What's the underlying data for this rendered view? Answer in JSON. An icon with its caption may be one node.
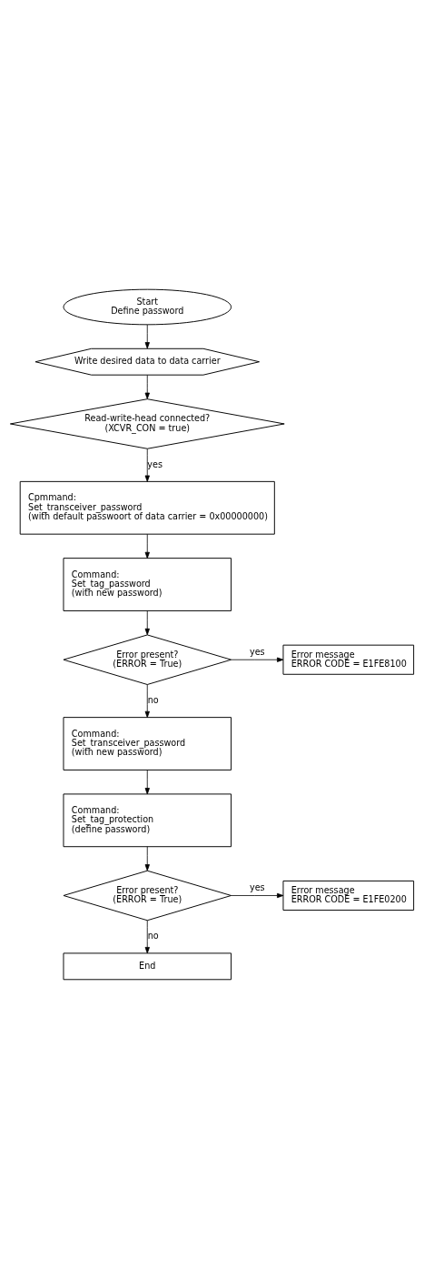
{
  "diagram": {
    "nodes": [
      {
        "text": [
          "Start",
          "Define password"
        ]
      },
      {
        "text": [
          "Write desired data to data carrier"
        ]
      },
      {
        "text": [
          "Read-write-head connected?",
          "(XCVR_CON = true)"
        ]
      },
      {
        "text": [
          "Cpmmand:",
          "Set_transceiver_password",
          "(with default passwoort of data carrier = 0x00000000)"
        ]
      },
      {
        "text": [
          "Command:",
          "Set_tag_password",
          "(with new password)"
        ]
      },
      {
        "text": [
          "Error present?",
          "(ERROR = True)"
        ]
      },
      {
        "text": [
          "Error message",
          "ERROR CODE = E1FE8100"
        ]
      },
      {
        "text": [
          "Command:",
          "Set_transceiver_password",
          "(with new password)"
        ]
      },
      {
        "text": [
          "Command:",
          "Set_tag_protection",
          "(define password)"
        ]
      },
      {
        "text": [
          "Error present?",
          "(ERROR = True)"
        ]
      },
      {
        "text": [
          "Error message",
          "ERROR CODE = E1FE0200"
        ]
      },
      {
        "text": [
          "End"
        ]
      }
    ],
    "edges": [
      {
        "from": 0,
        "to": 1,
        "arrow": "to"
      },
      {
        "from": 1,
        "to": 2,
        "arrow": "to"
      },
      {
        "from": 2,
        "to": 3,
        "arrow": "to",
        "label": "yes"
      },
      {
        "from": 3,
        "to": 4,
        "arrow": "to"
      },
      {
        "from": 4,
        "to": 5,
        "arrow": "to"
      },
      {
        "from": 5,
        "to": 6,
        "arrow": "to",
        "label": "yes"
      },
      {
        "from": 5,
        "to": 7,
        "arrow": "to",
        "label": "no"
      },
      {
        "from": 7,
        "to": 8,
        "arrow": "to"
      },
      {
        "from": 8,
        "to": 9,
        "arrow": "to"
      },
      {
        "from": 9,
        "to": 10,
        "arrow": "to",
        "label": "yes"
      },
      {
        "from": 9,
        "to": 11,
        "arrow": "to",
        "label": "no"
      }
    ]
  }
}
